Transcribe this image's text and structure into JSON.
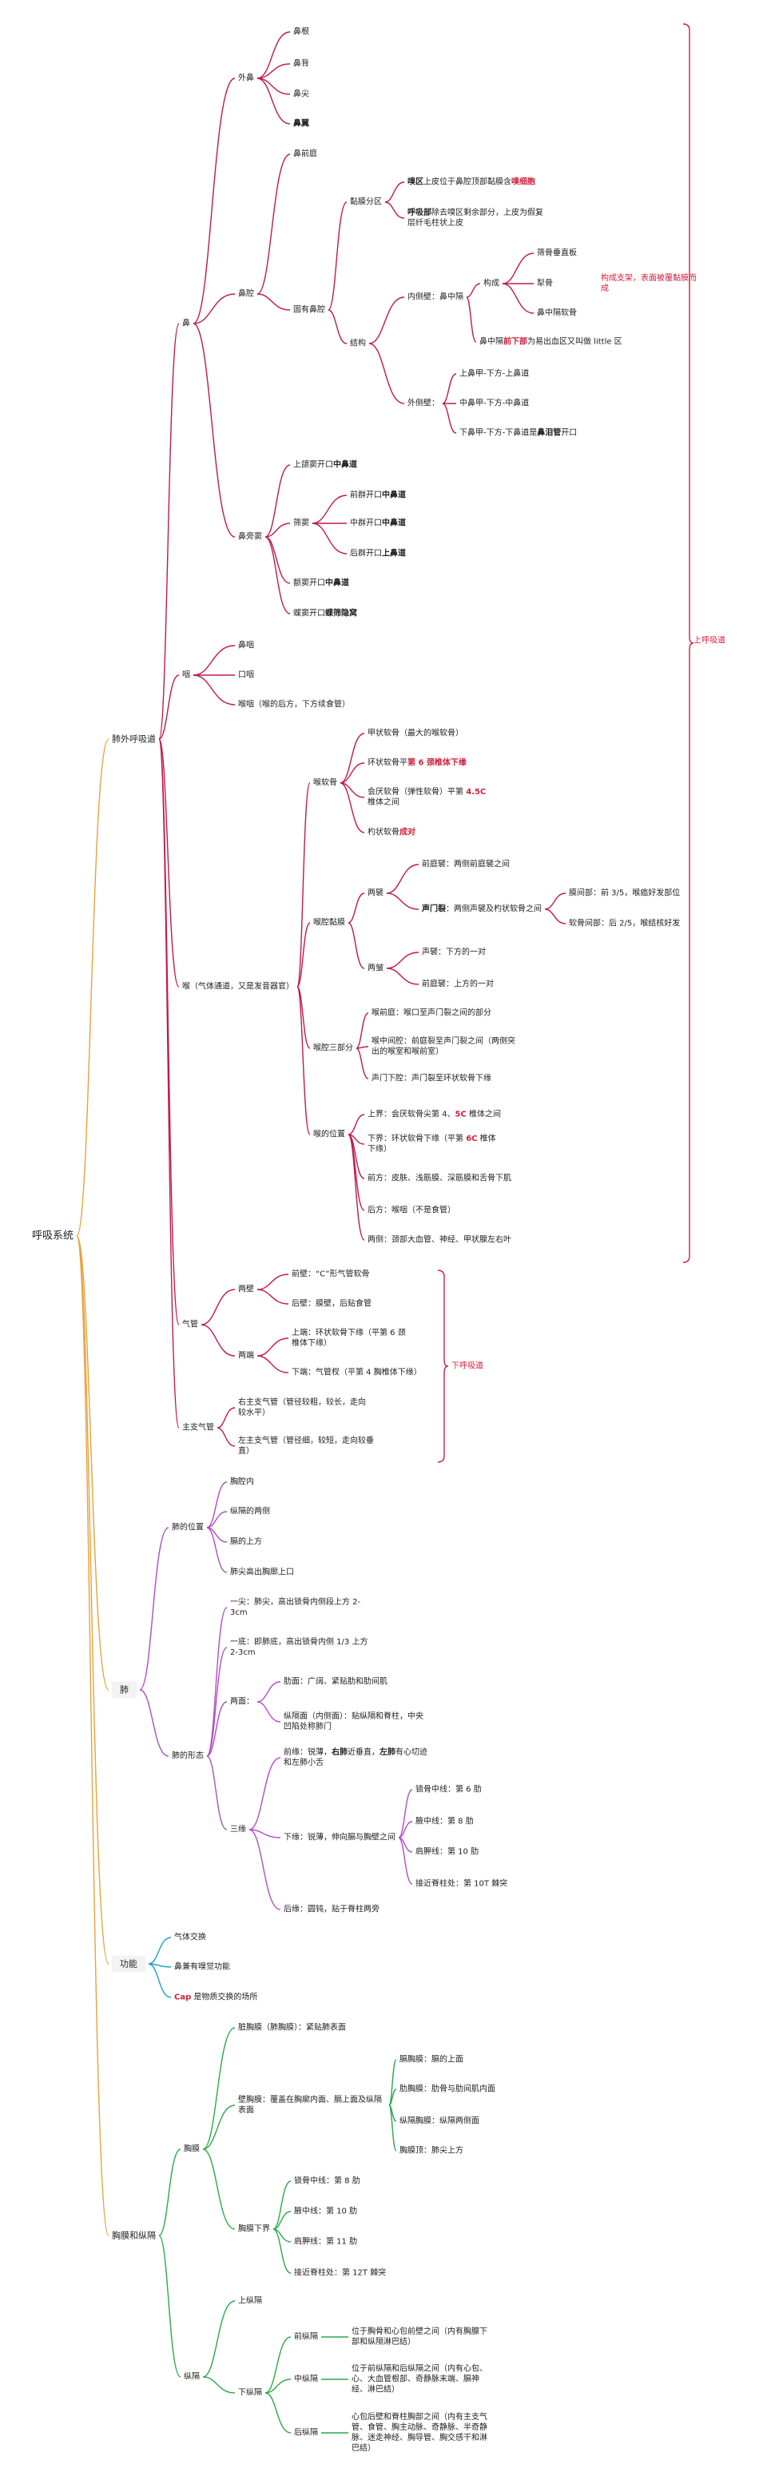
{
  "colors": {
    "root_branch": "#e9a13b",
    "branch_waihuxi": "#c1184a",
    "branch_fei": "#b14cc4",
    "branch_gongneng": "#1a9ec9",
    "branch_xiongmo": "#2ea84a",
    "brace_upper": "#d11f3a",
    "brace_lower": "#d11f3a",
    "highlight_text": "#d11f3a"
  },
  "nodes": [
    {
      "id": "root",
      "text": "呼吸系统"
    },
    {
      "id": "waihuxi",
      "text": "肺外呼吸道"
    },
    {
      "id": "bi",
      "text": "鼻"
    },
    {
      "id": "waibi",
      "text": "外鼻"
    },
    {
      "id": "bigen",
      "text": "鼻根"
    },
    {
      "id": "bibei",
      "text": "鼻背"
    },
    {
      "id": "bijian",
      "text": "鼻尖"
    },
    {
      "id": "biyi",
      "text": "",
      "rich": [
        {
          "t": "鼻翼",
          "s": "b"
        }
      ]
    },
    {
      "id": "biqiang",
      "text": "鼻腔"
    },
    {
      "id": "biqianting",
      "text": "鼻前庭"
    },
    {
      "id": "guyoubiqiang",
      "text": "固有鼻腔"
    },
    {
      "id": "nianmo",
      "text": "黏膜分区"
    },
    {
      "id": "xiuqu",
      "text": "",
      "rich": [
        {
          "t": "嗅区",
          "s": "b"
        },
        {
          "t": "上皮位于鼻腔顶部黏膜含"
        },
        {
          "t": "嗅细胞",
          "s": "r"
        }
      ]
    },
    {
      "id": "huxibu",
      "text": "",
      "rich": [
        {
          "t": "呼吸部",
          "s": "b"
        },
        {
          "t": "除去嗅区剩余部分，上皮为假复层纤毛柱状上皮"
        }
      ]
    },
    {
      "id": "jiegou",
      "text": "结构"
    },
    {
      "id": "neicebi",
      "text": "内侧壁：鼻中隔"
    },
    {
      "id": "goucheng",
      "text": "构成"
    },
    {
      "id": "shaiguchui",
      "text": "筛骨垂直板"
    },
    {
      "id": "ougu",
      "text": "犁骨"
    },
    {
      "id": "bizhong",
      "text": "鼻中隔软骨"
    },
    {
      "id": "gouchengnote",
      "text": "构成支架，表面被覆黏膜而成"
    },
    {
      "id": "chuxuequ",
      "text": "",
      "rich": [
        {
          "t": "鼻中隔"
        },
        {
          "t": "前下部",
          "s": "r"
        },
        {
          "t": "为易出血区又叫做 little 区"
        }
      ]
    },
    {
      "id": "waicebi",
      "text": "外侧壁："
    },
    {
      "id": "shangbijia",
      "text": "上鼻甲-下方-上鼻道"
    },
    {
      "id": "zhongbijia",
      "text": "中鼻甲-下方-中鼻道"
    },
    {
      "id": "xiabijia",
      "text": "",
      "rich": [
        {
          "t": "下鼻甲-下方-下鼻道是"
        },
        {
          "t": "鼻泪管",
          "s": "b"
        },
        {
          "t": "开口"
        }
      ]
    },
    {
      "id": "bipangdou",
      "text": "鼻旁窦"
    },
    {
      "id": "shanghedou",
      "text": "",
      "rich": [
        {
          "t": "上颌窦开口"
        },
        {
          "t": "中鼻道",
          "s": "b"
        }
      ]
    },
    {
      "id": "shaidou",
      "text": "筛窦"
    },
    {
      "id": "qianshai",
      "text": "",
      "rich": [
        {
          "t": "前群开口"
        },
        {
          "t": "中鼻道",
          "s": "b"
        }
      ]
    },
    {
      "id": "zhongshai",
      "text": "",
      "rich": [
        {
          "t": "中群开口"
        },
        {
          "t": "中鼻道",
          "s": "b"
        }
      ]
    },
    {
      "id": "houshai",
      "text": "",
      "rich": [
        {
          "t": "后群开口"
        },
        {
          "t": "上鼻道",
          "s": "b"
        }
      ]
    },
    {
      "id": "edou",
      "text": "",
      "rich": [
        {
          "t": "额窦开口"
        },
        {
          "t": "中鼻道",
          "s": "b"
        }
      ]
    },
    {
      "id": "diedou",
      "text": "",
      "rich": [
        {
          "t": "蝶窦开口"
        },
        {
          "t": "蝶筛隐窝",
          "s": "b"
        }
      ]
    },
    {
      "id": "yan",
      "text": "咽"
    },
    {
      "id": "biyan",
      "text": "鼻咽"
    },
    {
      "id": "kouyan",
      "text": "口咽"
    },
    {
      "id": "houyan",
      "text": "喉咽（喉的后方，下方续食管）"
    },
    {
      "id": "hou",
      "text": "喉（气体通道，又是发音器官）"
    },
    {
      "id": "houruangu",
      "text": "喉软骨"
    },
    {
      "id": "jiazhuang",
      "text": "甲状软骨（最大的喉软骨）"
    },
    {
      "id": "huanzhuang",
      "text": "",
      "rich": [
        {
          "t": "环状软骨平"
        },
        {
          "t": "第 6 颈椎体下缘",
          "s": "r"
        }
      ]
    },
    {
      "id": "huiyan",
      "text": "",
      "rich": [
        {
          "t": "会厌软骨（弹性软骨）平第 "
        },
        {
          "t": "4.5C",
          "s": "r"
        },
        {
          "t": " 椎体之间"
        }
      ]
    },
    {
      "id": "shaozhuang",
      "text": "",
      "rich": [
        {
          "t": "杓状软骨"
        },
        {
          "t": "成对",
          "s": "r"
        }
      ]
    },
    {
      "id": "houqiangnianmo",
      "text": "喉腔黏膜"
    },
    {
      "id": "liangbi",
      "text": "两襞"
    },
    {
      "id": "qiantingbi",
      "text": "前庭襞：两侧前庭襞之间"
    },
    {
      "id": "shengmenlie",
      "text": "",
      "rich": [
        {
          "t": "声门裂",
          "s": "b"
        },
        {
          "t": "：两侧声襞及杓状软骨之间"
        }
      ]
    },
    {
      "id": "mojianbu",
      "text": "膜间部：前 3/5，喉癌好发部位"
    },
    {
      "id": "ruangujianbu",
      "text": "软骨间部：后 2/5，喉结核好发"
    },
    {
      "id": "liangzhou",
      "text": "两皱"
    },
    {
      "id": "shengzhou",
      "text": "声襞：下方的一对"
    },
    {
      "id": "qiantingzhou",
      "text": "前庭襞：上方的一对"
    },
    {
      "id": "houqiangsanbu",
      "text": "喉腔三部分"
    },
    {
      "id": "houqianting",
      "text": "喉前庭：喉口至声门裂之间的部分"
    },
    {
      "id": "houzhongjian",
      "text": "喉中间腔：前庭裂至声门裂之间（两侧突出的喉室和喉前室）"
    },
    {
      "id": "shengmenxiaqiang",
      "text": "声门下腔：声门裂至环状软骨下缘"
    },
    {
      "id": "houweizhi",
      "text": "喉的位置"
    },
    {
      "id": "houshangjie",
      "text": "",
      "rich": [
        {
          "t": "上界：会厌软骨尖第 4、"
        },
        {
          "t": "5C",
          "s": "r"
        },
        {
          "t": " 椎体之间"
        }
      ]
    },
    {
      "id": "houxiajie",
      "text": "",
      "rich": [
        {
          "t": "下界：环状软骨下缘（平第 "
        },
        {
          "t": "6C",
          "s": "r"
        },
        {
          "t": " 椎体下缘）"
        }
      ]
    },
    {
      "id": "houqianfang",
      "text": "前方：皮肤、浅筋膜、深筋膜和舌骨下肌"
    },
    {
      "id": "houhoufang",
      "text": "后方：喉咽（不是食管）"
    },
    {
      "id": "houliangce",
      "text": "两侧：颈部大血管、神经、甲状腺左右叶"
    },
    {
      "id": "qiguan",
      "text": "气管"
    },
    {
      "id": "liangbi2",
      "text": "两壁"
    },
    {
      "id": "qianbi",
      "text": "前壁：“C”形气管软骨"
    },
    {
      "id": "houbi",
      "text": "后壁：膜壁，后贴食管"
    },
    {
      "id": "liangduan",
      "text": "两端"
    },
    {
      "id": "shangduan",
      "text": "上端：环状软骨下缘（平第 6 颈椎体下缘）"
    },
    {
      "id": "xiaduan",
      "text": "下端：气管杈（平第 4 胸椎体下缘）"
    },
    {
      "id": "zhuzhiqiguan",
      "text": "主支气管"
    },
    {
      "id": "youzhuzhi",
      "text": "右主支气管（管径较粗，较长，走向较水平）"
    },
    {
      "id": "zuozhuzhi",
      "text": "左主支气管（管径细，较短，走向较垂直）"
    },
    {
      "id": "fei",
      "text": "肺"
    },
    {
      "id": "feiweizhi",
      "text": "肺的位置"
    },
    {
      "id": "xiongqiangnei",
      "text": "胸腔内"
    },
    {
      "id": "zonggeliangce",
      "text": "纵隔的两侧"
    },
    {
      "id": "geshangfang",
      "text": "膈的上方"
    },
    {
      "id": "feijian",
      "text": "肺尖高出胸廓上口"
    },
    {
      "id": "feixingtai",
      "text": "肺的形态"
    },
    {
      "id": "yijian",
      "text": "一尖：肺尖，高出锁骨内侧段上方 2-3cm"
    },
    {
      "id": "yidi",
      "text": "一底：即肺底，高出锁骨内侧 1/3 上方 2-3cm"
    },
    {
      "id": "liangmian",
      "text": "两面："
    },
    {
      "id": "leimian",
      "text": "肋面：广阔、紧贴肋和肋间肌"
    },
    {
      "id": "zonggemian",
      "text": "纵隔面（内侧面）：贴纵隔和脊柱，中央凹陷处称肺门"
    },
    {
      "id": "sanyuan",
      "text": "三缘"
    },
    {
      "id": "qianyuan",
      "text": "",
      "rich": [
        {
          "t": "前缘：锐薄，"
        },
        {
          "t": "右肺",
          "s": "b"
        },
        {
          "t": "近垂直，"
        },
        {
          "t": "左肺",
          "s": "b"
        },
        {
          "t": "有心切迹和左肺小舌"
        }
      ]
    },
    {
      "id": "xiayuan",
      "text": "下缘：锐薄，伸向膈与胸壁之间"
    },
    {
      "id": "suogu",
      "text": "锁骨中线：第 6 肋"
    },
    {
      "id": "yezhong",
      "text": "腋中线：第 8 肋"
    },
    {
      "id": "jianjia",
      "text": "肩胛线：第 10 肋"
    },
    {
      "id": "jizhu",
      "text": "接近脊柱处：第 10T 棘突"
    },
    {
      "id": "houyuan",
      "text": "后缘：圆钝，贴于脊柱两旁"
    },
    {
      "id": "gongneng",
      "text": "功能"
    },
    {
      "id": "qitijiaohuan",
      "text": "气体交换"
    },
    {
      "id": "bixiujue",
      "text": "鼻兼有嗅觉功能"
    },
    {
      "id": "cap",
      "text": "",
      "rich": [
        {
          "t": "Cap",
          "s": "r"
        },
        {
          "t": " 是物质交换的场所"
        }
      ]
    },
    {
      "id": "xiongmo",
      "text": "胸膜和纵隔"
    },
    {
      "id": "xiongmo2",
      "text": "胸膜"
    },
    {
      "id": "zangxiongmo",
      "text": "脏胸膜（肺胸膜）：紧贴肺表面"
    },
    {
      "id": "bixiongmo",
      "text": "壁胸膜：覆盖在胸廓内面、膈上面及纵隔表面"
    },
    {
      "id": "gexiongmo",
      "text": "膈胸膜：膈的上面"
    },
    {
      "id": "leixiongmo",
      "text": "肋胸膜：肋骨与肋间肌内面"
    },
    {
      "id": "zonggexiongmo",
      "text": "纵隔胸膜：纵隔两侧面"
    },
    {
      "id": "xiongmoding",
      "text": "胸膜顶：肺尖上方"
    },
    {
      "id": "xiongmoxiajie",
      "text": "胸膜下界"
    },
    {
      "id": "xm_suogu",
      "text": "锁骨中线：第 8 肋"
    },
    {
      "id": "xm_yezhong",
      "text": "腋中线：第 10 肋"
    },
    {
      "id": "xm_jianjia",
      "text": "肩胛线：第 11 肋"
    },
    {
      "id": "xm_jizhu",
      "text": "接近脊柱处：第 12T 棘突"
    },
    {
      "id": "zongge",
      "text": "纵隔"
    },
    {
      "id": "shangzongge",
      "text": "上纵隔"
    },
    {
      "id": "xiazongge",
      "text": "下纵隔"
    },
    {
      "id": "qianzongge",
      "text": "前纵隔"
    },
    {
      "id": "qianzonggenote",
      "text": "位于胸骨和心包前壁之间（内有胸腺下部和纵隔淋巴结）"
    },
    {
      "id": "zhongzongge",
      "text": "中纵隔"
    },
    {
      "id": "zhongzonggenote",
      "text": "位于前纵隔和后纵隔之间（内有心包、心、大血管根部、奇静脉末端、膈神经、淋巴结）"
    },
    {
      "id": "houzongge",
      "text": "后纵隔"
    },
    {
      "id": "houzonggenote",
      "text": "心包后壁和脊柱胸部之间（内有主支气管、食管、胸主动脉、奇静脉、半奇静脉、迷走神经、胸导管、胸交感干和淋巴结）"
    },
    {
      "id": "shanghuxidao",
      "text": "上呼吸道"
    },
    {
      "id": "xiahuxidao",
      "text": "下呼吸道"
    }
  ]
}
